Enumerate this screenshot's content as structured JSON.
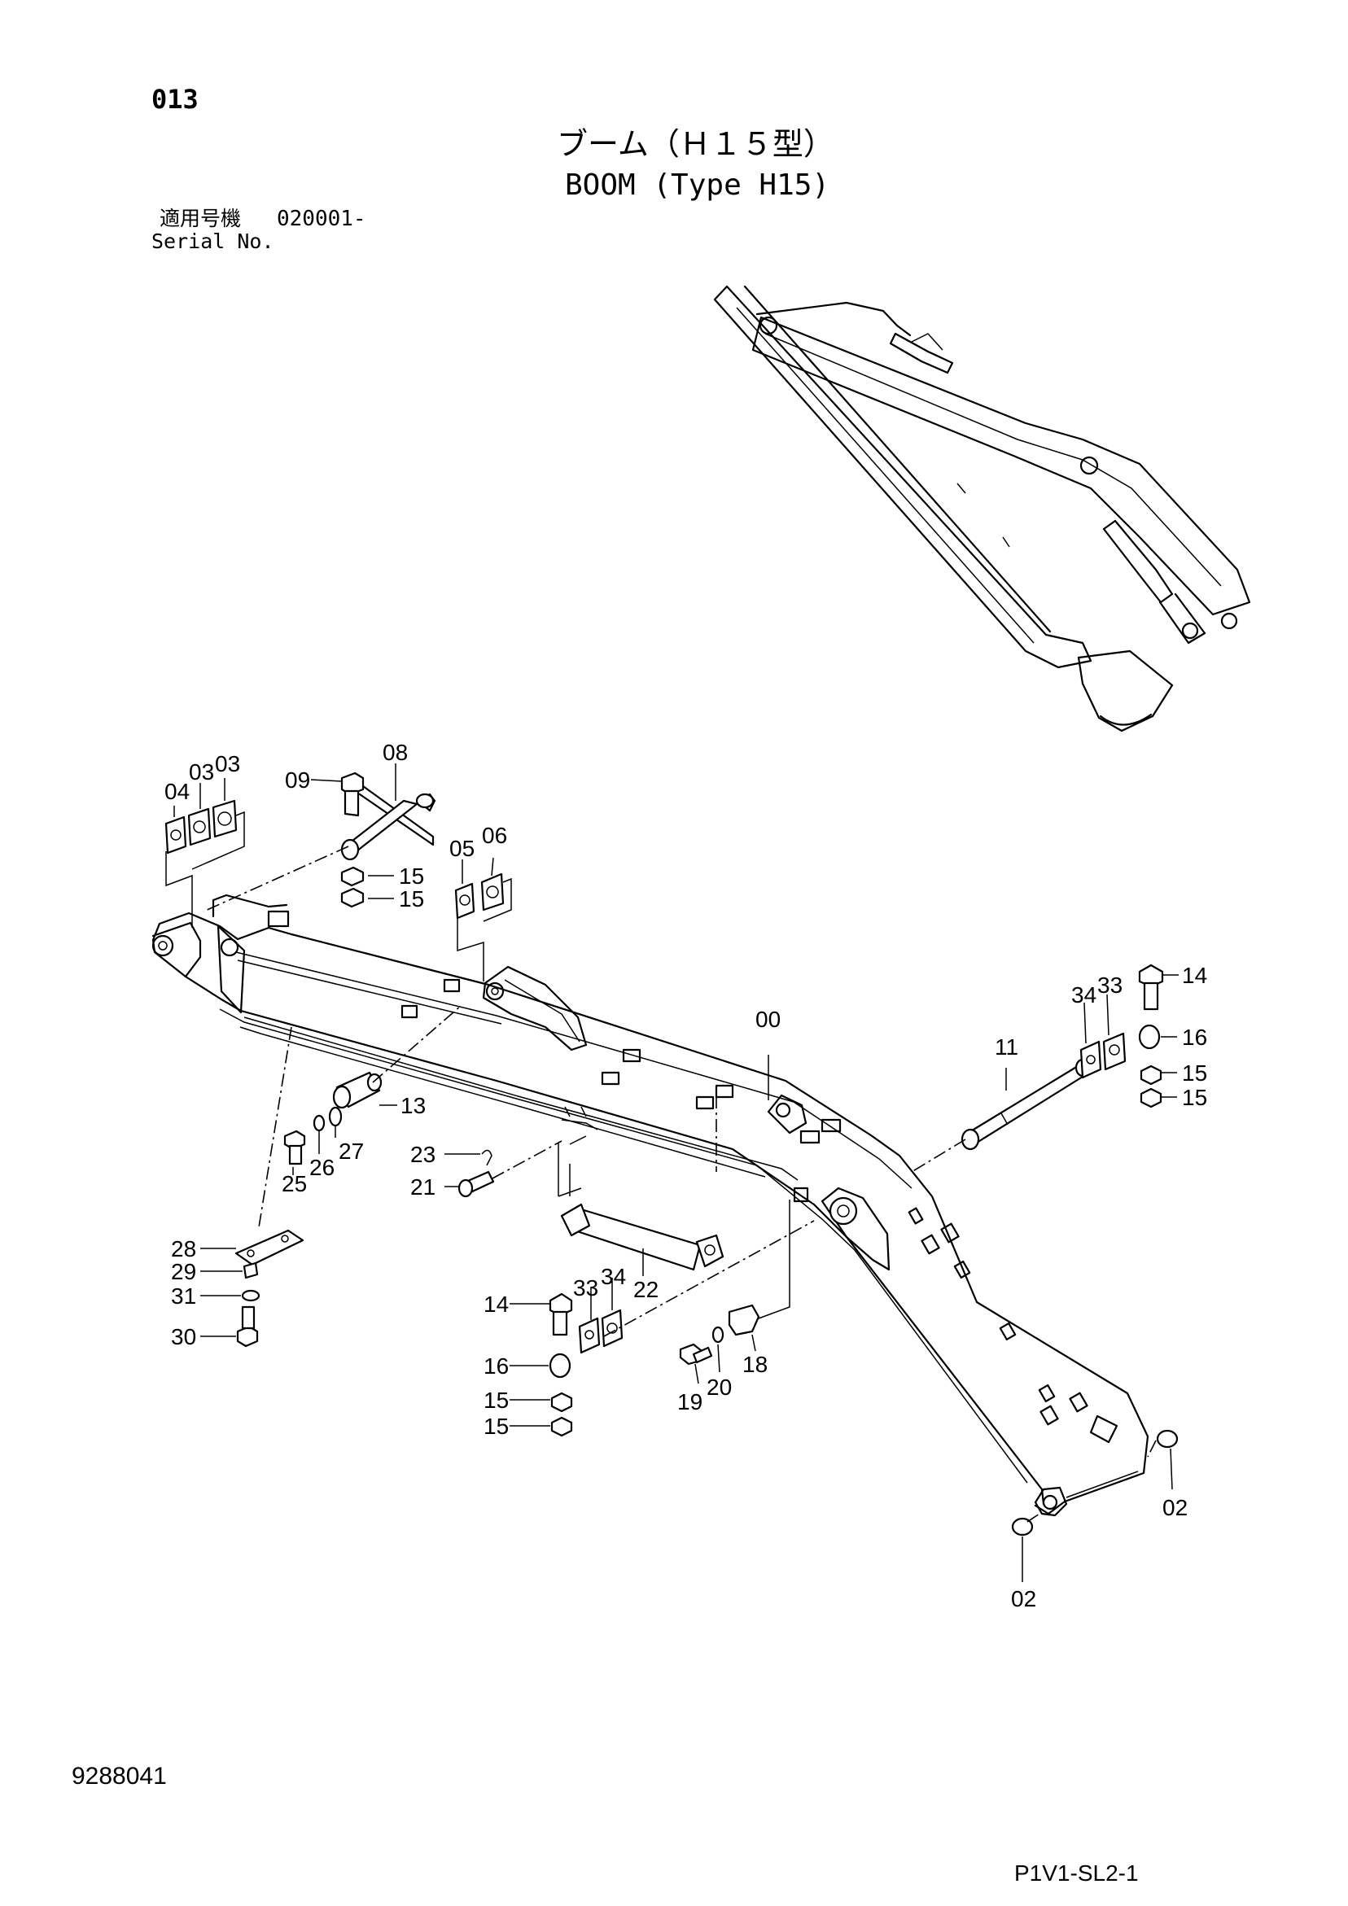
{
  "header": {
    "page_number": "013",
    "title_jp": "ブーム（Ｈ１５型）",
    "title_en": "BOOM (Type H15)",
    "serial_label_jp": "適用号機",
    "serial_value": "020001-",
    "serial_label_en": "Serial No."
  },
  "footer": {
    "doc_number": "9288041",
    "page_code": "P1V1-SL2-1"
  },
  "callouts": {
    "c00": "00",
    "c02a": "02",
    "c02b": "02",
    "c03a": "03",
    "c03b": "03",
    "c04": "04",
    "c05": "05",
    "c06": "06",
    "c08": "08",
    "c09": "09",
    "c11": "11",
    "c13": "13",
    "c14a": "14",
    "c14b": "14",
    "c15a": "15",
    "c15b": "15",
    "c15c": "15",
    "c15d": "15",
    "c15e": "15",
    "c15f": "15",
    "c16a": "16",
    "c16b": "16",
    "c18": "18",
    "c19": "19",
    "c20": "20",
    "c21": "21",
    "c22": "22",
    "c23": "23",
    "c25": "25",
    "c26": "26",
    "c27": "27",
    "c28": "28",
    "c29": "29",
    "c30": "30",
    "c31": "31",
    "c33a": "33",
    "c33b": "33",
    "c34a": "34",
    "c34b": "34"
  }
}
